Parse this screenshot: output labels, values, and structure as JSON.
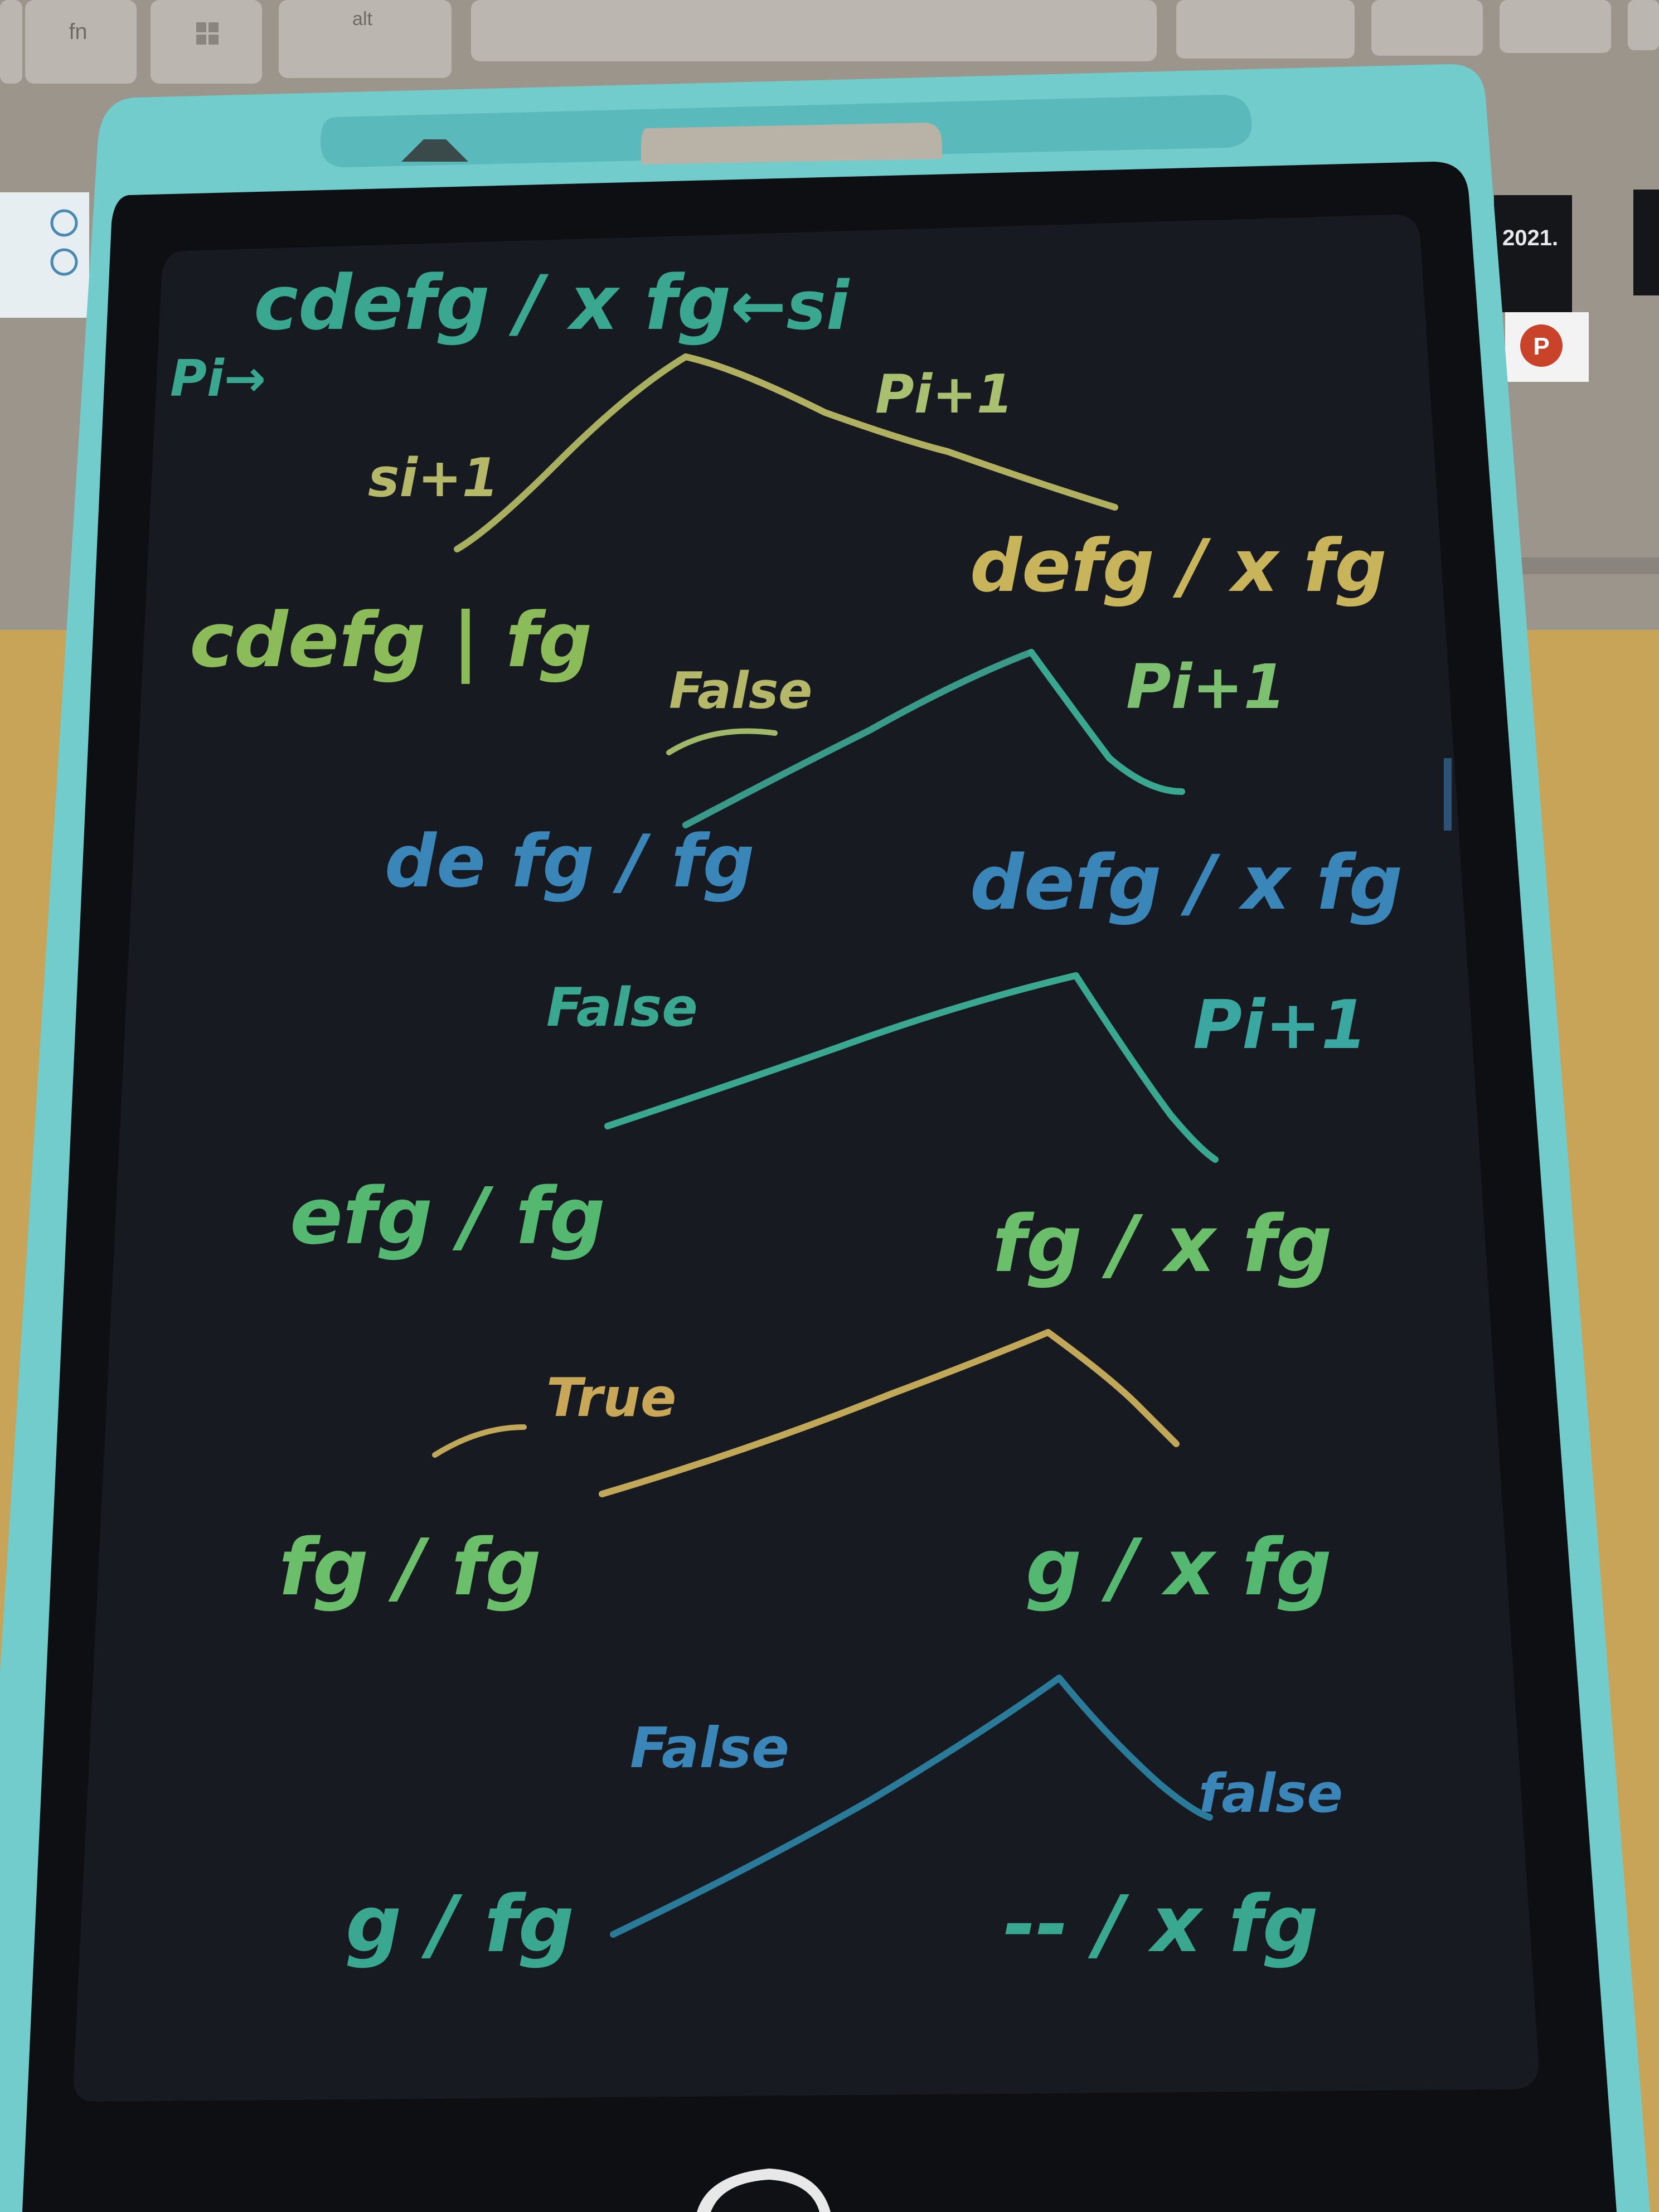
{
  "colors": {
    "teal": "#3aa890",
    "green": "#55b870",
    "yellow_green": "#b4b868",
    "yellow": "#c8b45a",
    "blue": "#3a86b8",
    "tablet_frame": "#6cc8c8",
    "screen": "#181a22"
  },
  "laptop": {
    "keys": [
      "fn",
      "alt"
    ],
    "sticker_text": "2021.",
    "powerpoint_icon": "P"
  },
  "board": {
    "level0": {
      "root": "cdefg / x fg",
      "root_arrow": "←si",
      "p_label": "Pi→",
      "left_edge": "si+1",
      "right_edge": "Pi+1"
    },
    "level1": {
      "left": "cdefg | fg",
      "right": "defg / x fg",
      "left_edge": "False",
      "right_edge": "Pi+1"
    },
    "level2": {
      "left": "de fg / fg",
      "right": "defg / x fg",
      "left_edge": "False",
      "right_edge": "Pi+1"
    },
    "level3": {
      "left": "efg / fg",
      "right": "fg / x fg",
      "left_edge": "True"
    },
    "level4": {
      "left": "fg / fg",
      "right": "g / x fg",
      "left_edge": "False",
      "right_edge": "false"
    },
    "level5": {
      "left": "g / fg",
      "right": "-- / x fg"
    }
  }
}
